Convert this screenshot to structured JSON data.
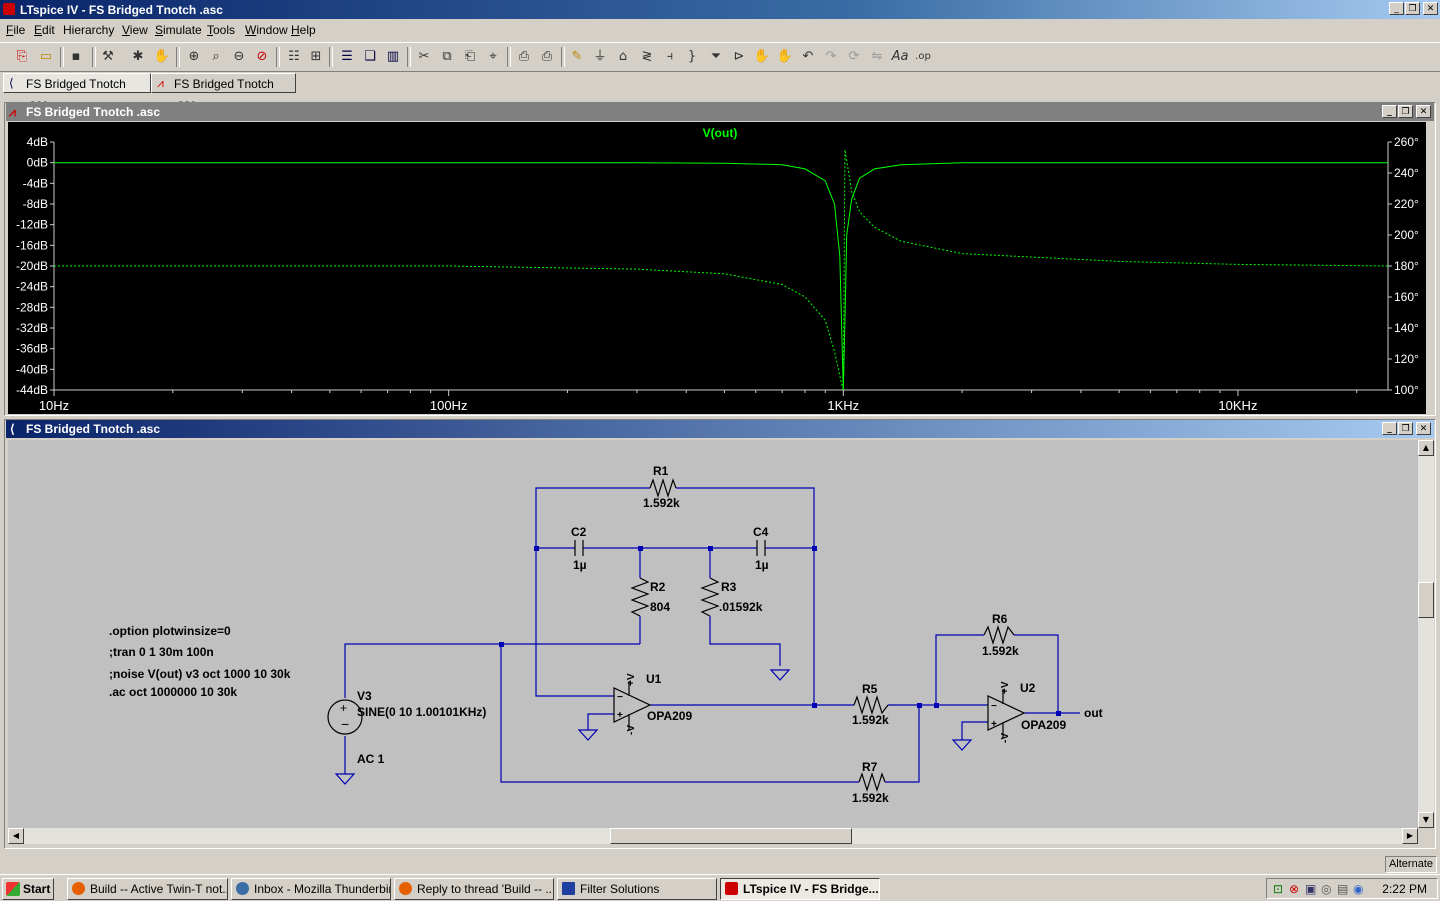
{
  "window": {
    "title": "LTspice IV - FS Bridged Tnotch .asc"
  },
  "menu": [
    "File",
    "Edit",
    "Hierarchy",
    "View",
    "Simulate",
    "Tools",
    "Window",
    "Help"
  ],
  "menu_accel": [
    "F",
    "E",
    "",
    "V",
    "S",
    "T",
    "W",
    "H"
  ],
  "doc_tabs": [
    {
      "label": "FS Bridged Tnotch .asc",
      "icon": "schematic-icon"
    },
    {
      "label": "FS Bridged Tnotch .asc",
      "icon": "waveform-icon"
    }
  ],
  "plot_window": {
    "title": "FS Bridged Tnotch .asc"
  },
  "schematic_window": {
    "title": "FS Bridged Tnotch .asc"
  },
  "chart_data": {
    "type": "line",
    "title": "V(out)",
    "x_scale": "log",
    "xlim": [
      10,
      24000
    ],
    "x_ticks": [
      "10Hz",
      "100Hz",
      "1KHz",
      "10KHz"
    ],
    "x_tick_values": [
      10,
      100,
      1000,
      10000
    ],
    "y_left_ticks": [
      "4dB",
      "0dB",
      "-4dB",
      "-8dB",
      "-12dB",
      "-16dB",
      "-20dB",
      "-24dB",
      "-28dB",
      "-32dB",
      "-36dB",
      "-40dB",
      "-44dB"
    ],
    "ylim_left": [
      -44,
      4
    ],
    "y_right_ticks": [
      "260°",
      "240°",
      "220°",
      "200°",
      "180°",
      "160°",
      "140°",
      "120°",
      "100°"
    ],
    "ylim_right": [
      100,
      260
    ],
    "series": [
      {
        "kind": "magnitude",
        "color": "#00ff00",
        "style": "solid",
        "x": [
          10,
          100,
          300,
          500,
          700,
          800,
          900,
          950,
          980,
          1000,
          1010,
          1020,
          1050,
          1100,
          1200,
          1400,
          2000,
          5000,
          10000,
          24000
        ],
        "y": [
          0,
          0,
          0,
          -0.1,
          -0.4,
          -1.2,
          -3.5,
          -8,
          -18,
          -44,
          -30,
          -14,
          -7,
          -3,
          -1.2,
          -0.4,
          0,
          0,
          0,
          0
        ]
      },
      {
        "kind": "phase",
        "color": "#00ff00",
        "style": "dotted",
        "x": [
          10,
          100,
          300,
          500,
          700,
          800,
          900,
          950,
          990,
          1000,
          1010,
          1050,
          1100,
          1200,
          1400,
          2000,
          5000,
          10000,
          24000
        ],
        "y": [
          180,
          180,
          178,
          175,
          168,
          160,
          145,
          125,
          104,
          100,
          255,
          228,
          215,
          205,
          196,
          188,
          183,
          181,
          180
        ]
      }
    ]
  },
  "schematic": {
    "directives": [
      ".option plotwinsize=0",
      ";tran 0 1 30m 100n",
      ";noise V(out) v3 oct 1000 10 30k",
      ".ac oct 1000000 10 30k"
    ],
    "components": {
      "R1": {
        "name": "R1",
        "value": "1.592k"
      },
      "C2": {
        "name": "C2",
        "value": "1µ"
      },
      "C4": {
        "name": "C4",
        "value": "1µ"
      },
      "R2": {
        "name": "R2",
        "value": "804"
      },
      "R3": {
        "name": "R3",
        "value": ".01592k"
      },
      "R5": {
        "name": "R5",
        "value": "1.592k"
      },
      "R6": {
        "name": "R6",
        "value": "1.592k"
      },
      "R7": {
        "name": "R7",
        "value": "1.592k"
      },
      "U1": {
        "name": "U1",
        "model": "OPA209"
      },
      "U2": {
        "name": "U2",
        "model": "OPA209"
      },
      "V3": {
        "name": "V3",
        "value": "SINE(0 10 1.00101KHz)",
        "ac": "AC 1"
      }
    },
    "net_out": "out",
    "pin_vplus": "+V",
    "pin_vminus": "-V"
  },
  "status": {
    "mode": "Alternate"
  },
  "taskbar": {
    "start": "Start",
    "tasks": [
      {
        "label": "Build -- Active Twin-T not...",
        "icon": "firefox-icon"
      },
      {
        "label": "Inbox - Mozilla Thunderbird",
        "icon": "thunderbird-icon"
      },
      {
        "label": "Reply to thread 'Build -- ...",
        "icon": "firefox-icon"
      },
      {
        "label": "Filter Solutions",
        "icon": "app-icon"
      },
      {
        "label": "LTspice IV - FS Bridge...",
        "icon": "ltspice-icon"
      }
    ],
    "clock": "2:22 PM"
  }
}
